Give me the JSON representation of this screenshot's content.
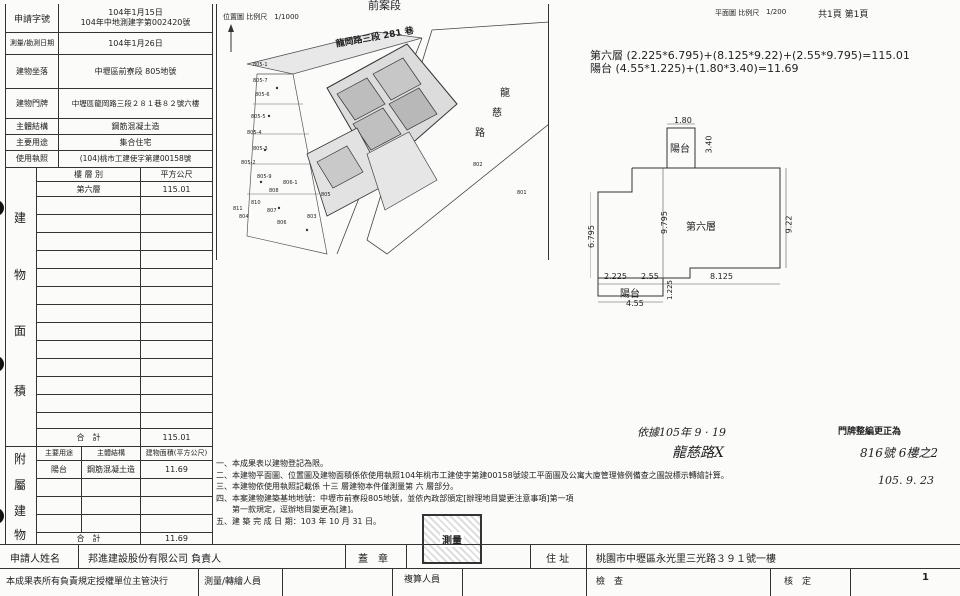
{
  "top_header": {
    "title_fragment": "前案段",
    "page_scale_label": "平面圖 比例尺",
    "page_scale_value": "1/200",
    "page_count": "共1頁 第1頁"
  },
  "left_table": {
    "rows": [
      {
        "label": "申請字號",
        "value_line1": "104年1月15日",
        "value_line2": "104年中地測建字第002420號"
      },
      {
        "label": "測量/勘測日期",
        "value_line1": "104年1月26日",
        "value_line2": ""
      },
      {
        "label": "建物坐落",
        "value_line1": "中壢區前寮段 805地號",
        "value_line2": ""
      },
      {
        "label": "建物門牌",
        "value_line1": "中壢區龍岡路三段２８１巷８２號六樓",
        "value_line2": ""
      },
      {
        "label": "主體結構",
        "value_line1": "鋼筋混凝土造",
        "value_line2": ""
      },
      {
        "label": "主要用途",
        "value_line1": "集合住宅",
        "value_line2": ""
      },
      {
        "label": "使用執照",
        "value_line1": "(104)桃市工建使字第建00158號",
        "value_line2": ""
      }
    ],
    "floor_header": {
      "col1": "樓 層 別",
      "col2": "平方公尺"
    },
    "floors": [
      {
        "name": "第六層",
        "area": "115.01"
      }
    ],
    "main_vertical_label": [
      "建",
      "物",
      "面",
      "積"
    ],
    "main_total_label": "合　計",
    "main_total_value": "115.01",
    "annex_vertical_label": [
      "附",
      "屬",
      "建",
      "物"
    ],
    "annex_header": {
      "col1": "主要用途",
      "col2": "主體結構",
      "col3": "建物面積(平方公尺)"
    },
    "annex_rows": [
      {
        "use": "陽台",
        "structure": "鋼筋混凝土造",
        "area": "11.69"
      }
    ],
    "annex_total_label": "合　計",
    "annex_total_value": "11.69"
  },
  "location_map": {
    "title": "位置圖 比例尺　1/1000",
    "road1": "龍岡路三段 281 巷",
    "road2_chars": [
      "龍",
      "慈",
      "路"
    ],
    "parcel_labels": [
      "805-1",
      "805-7",
      "805-6",
      "805-5",
      "805-4",
      "805-3",
      "805-2",
      "805-9",
      "808",
      "805",
      "810",
      "807",
      "806-1",
      "804",
      "801",
      "802",
      "803",
      "806",
      "811"
    ]
  },
  "area_calc": {
    "line1": "第六層 (2.225*6.795)+(8.125*9.22)+(2.55*9.795)=115.01",
    "line2": "陽台 (4.55*1.225)+(1.80*3.40)=11.69"
  },
  "floor_plan": {
    "main_label": "第六層",
    "balcony_label": "陽台",
    "dims": {
      "top_balcony_width": "1.80",
      "top_balcony_height": "3.40",
      "left_height": "6.795",
      "mid_height": "9.795",
      "right_height": "9.22",
      "seg1": "2.225",
      "seg2": "2.55",
      "seg3": "8.125",
      "bottom_balcony_height": "1.225",
      "bottom_balcony_width": "4.55"
    }
  },
  "annotations": {
    "stamp_date": "依據105年 9 · 19",
    "stamp_text": "門牌整編更正為",
    "handwritten_name": "龍慈路X",
    "handwritten_no": "816號 6樓之2",
    "handwritten_date": "105. 9. 23",
    "seal_text": "測量"
  },
  "notes": [
    "一、本成果表以建物登記為限。",
    "二、本建物平面圖、位置圖及建物面積係依使用執照104年桃市工建使字第建00158號竣工平面圖及公寓大廈管理條例備查之圖說標示轉繪計算。",
    "三、本建物依使用執照記載係 十三 層建物本件僅測量第 六 層部分。",
    "四、本案建物建築基地地號：中壢市前寮段805地號，並依內政部頒定[辦理地目變更注意事項]第一項",
    "　　第一款規定，逕辦地目變更為[建]。",
    "五、建 築 完 成 日 期：103 年 10 月 31 日。"
  ],
  "footer": {
    "applicant_label": "申請人姓名",
    "applicant_value": "邦進建設股份有限公司 負責人",
    "seal_label": "蓋　章",
    "address_label": "住 址",
    "address_value": "桃園市中壢區永光里三光路３９１號一樓",
    "bottom_left": "本成果表所有負責規定授權單位主管決行",
    "surveyor_label": "測量/轉繪人員",
    "checker_label": "複算人員",
    "inspector_label": "檢　查",
    "approve_label": "核　定",
    "page_num": "1"
  }
}
